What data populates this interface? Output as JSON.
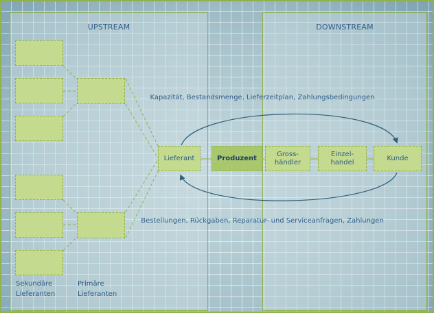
{
  "panels": {
    "upstream": "UPSTREAM",
    "downstream": "DOWNSTREAM"
  },
  "chain": [
    "Lieferant",
    "Produzent",
    "Gross-\nhändler",
    "Einzel-\nhandel",
    "Kunde"
  ],
  "flows": {
    "forward": "Kapazität, Bestandsmenge, Lieferzeitplan, Zahlungsbedingungen",
    "backward": "Bestellungen, Rückgaben, Reparatur- und Serviceanfragen, Zahlungen"
  },
  "tiers": {
    "secondary": "Sekundäre\nLieferanten",
    "primary": "Primäre\nLieferanten"
  },
  "colors": {
    "green_box": "#c4da8e",
    "green_border": "#8fb24a",
    "text_blue": "#2f5d87",
    "arrow": "#2f5f7a"
  }
}
